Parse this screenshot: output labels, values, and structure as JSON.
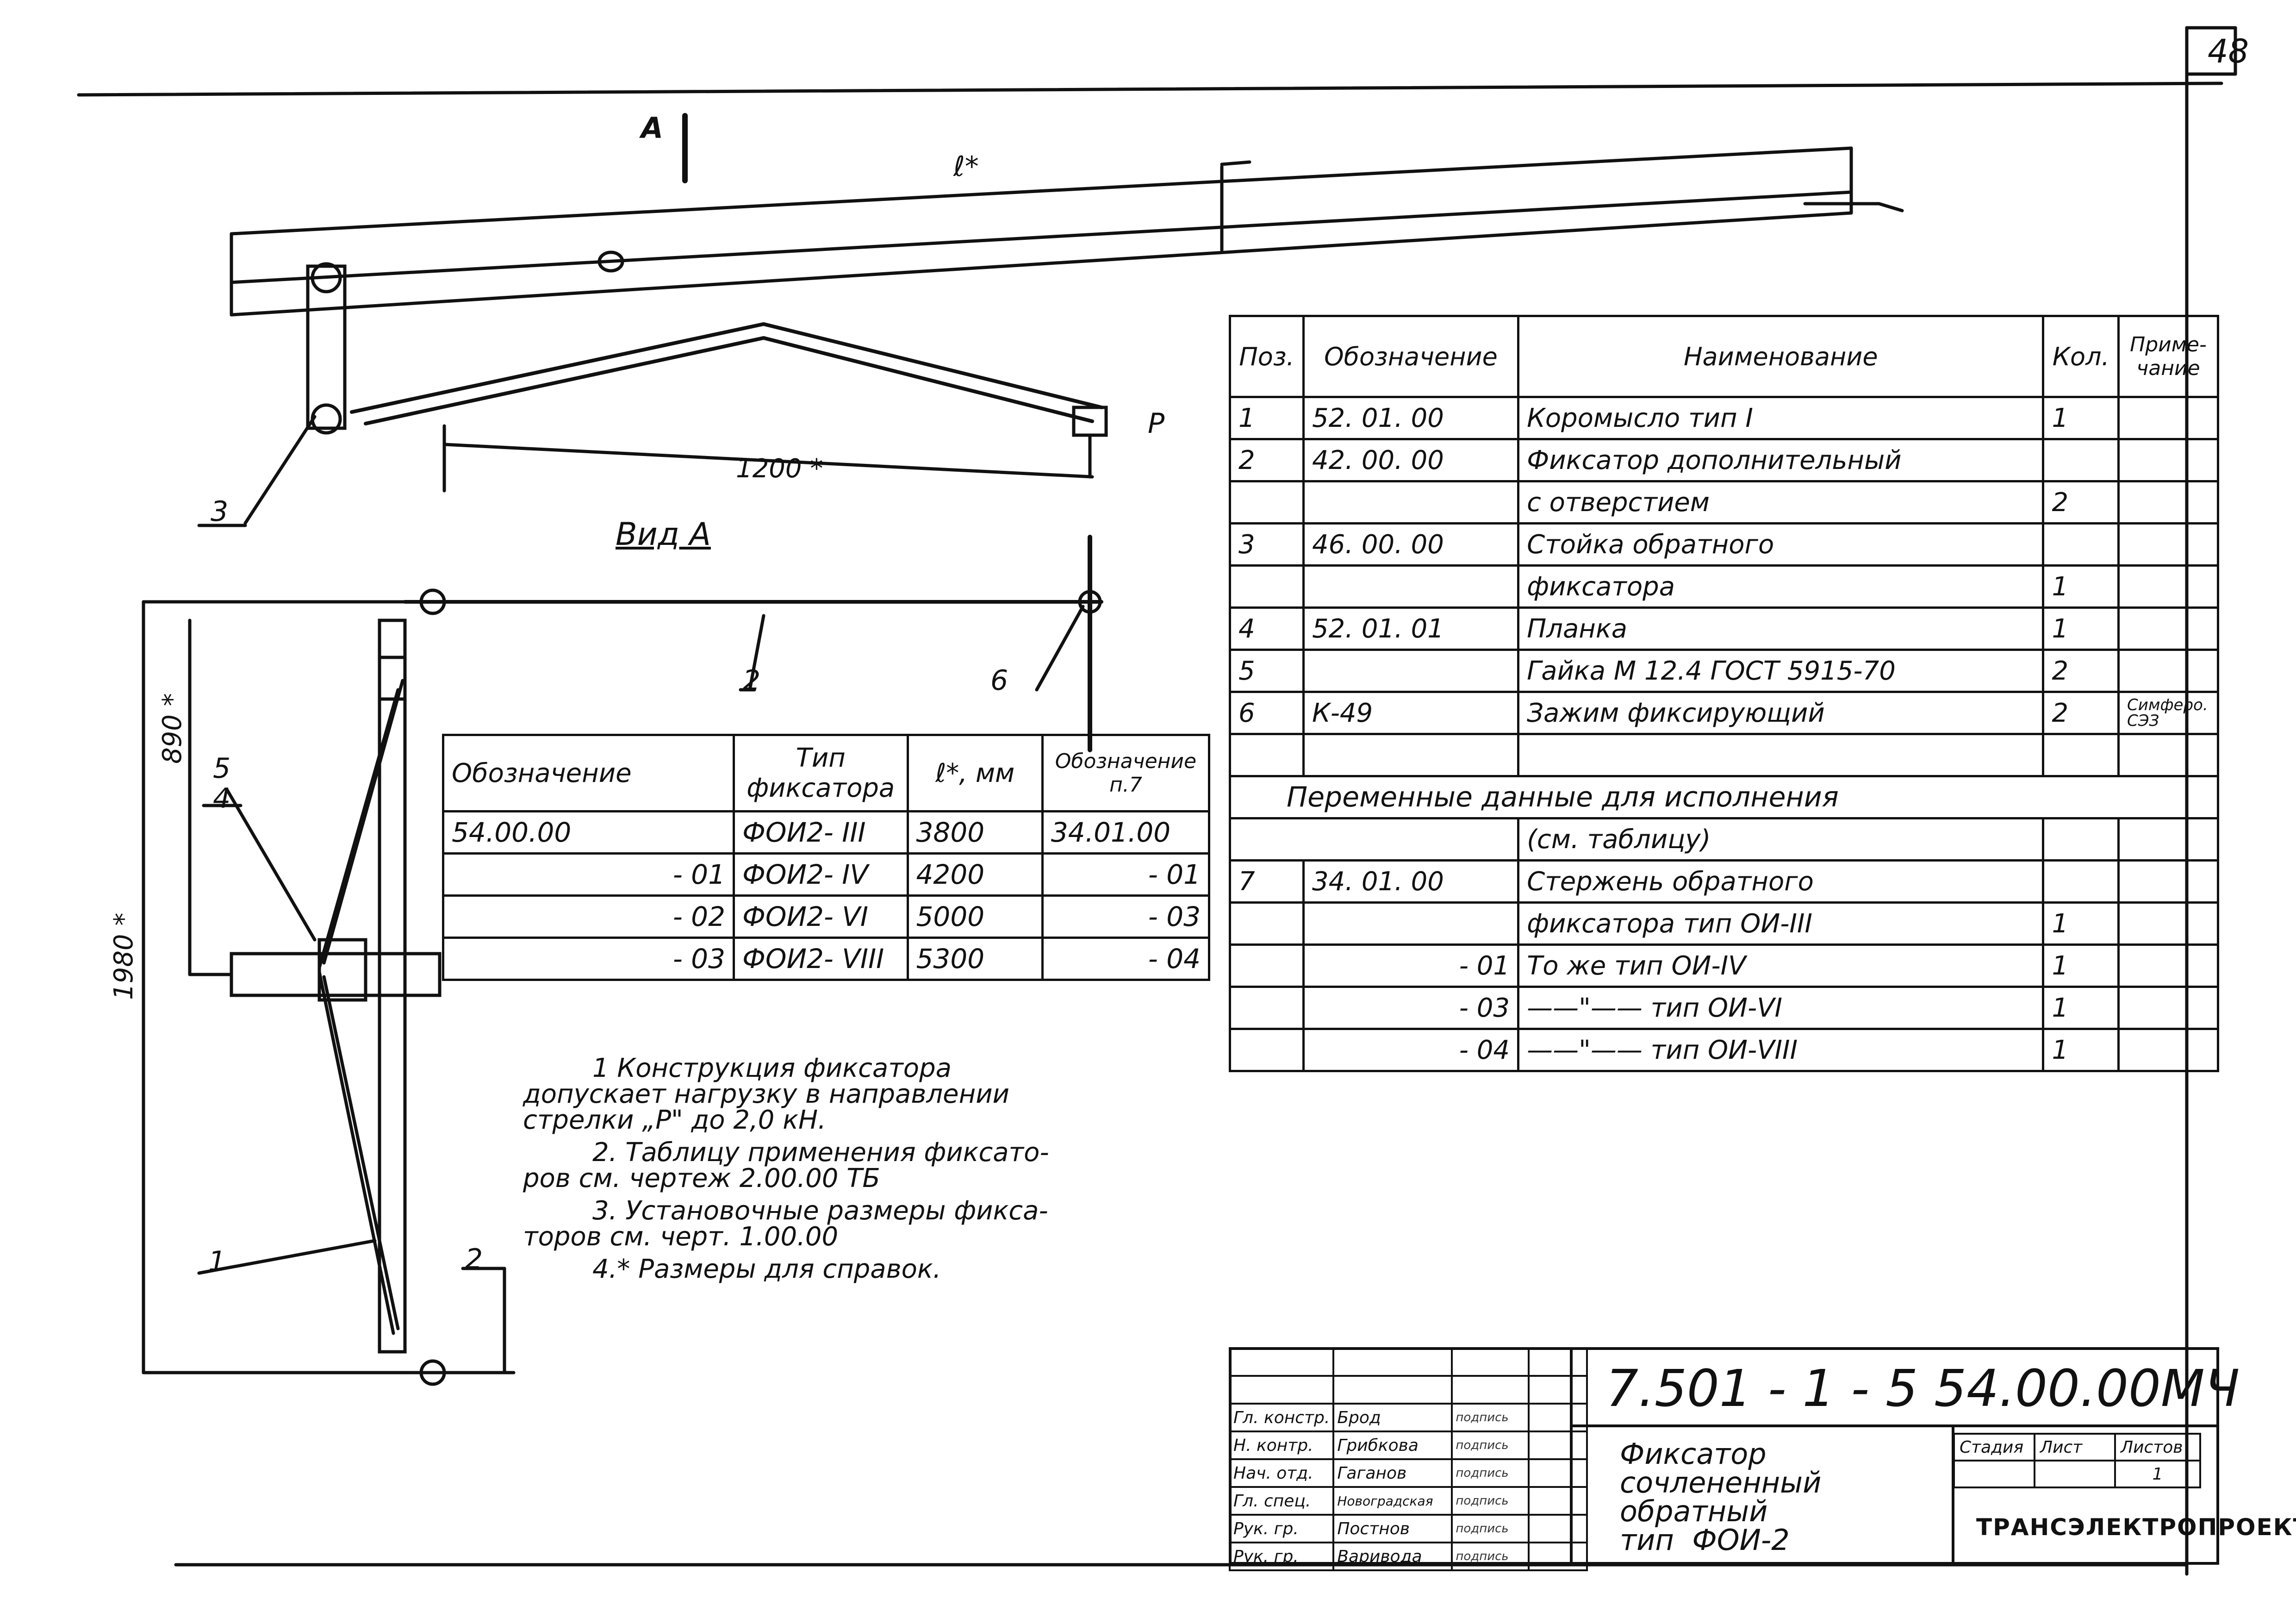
{
  "sheet_number": "48",
  "drawing": {
    "view_label": "Вид А",
    "label_a": "А",
    "label_length": "ℓ*",
    "label_load": "Р",
    "dim_1200": "1200 *",
    "dim_890": "890 *",
    "dim_1980": "1980 *",
    "callouts": [
      "1",
      "2",
      "3",
      "5",
      "4",
      "2",
      "6",
      "2"
    ]
  },
  "spec_table": {
    "headers": [
      "Поз.",
      "Обозначение",
      "Наименование",
      "Кол.",
      "Приме-\nчание"
    ],
    "rows": [
      [
        "1",
        "52. 01. 00",
        "Коромысло   тип I",
        "1",
        ""
      ],
      [
        "2",
        "42. 00. 00",
        "Фиксатор  дополнительный",
        "",
        ""
      ],
      [
        "",
        "",
        "с отверстием",
        "2",
        ""
      ],
      [
        "3",
        "46. 00. 00",
        "Стойка  обратного",
        "",
        ""
      ],
      [
        "",
        "",
        "фиксатора",
        "1",
        ""
      ],
      [
        "4",
        "52. 01. 01",
        "Планка",
        "1",
        ""
      ],
      [
        "5",
        "",
        "Гайка  М 12.4  ГОСТ 5915-70",
        "2",
        ""
      ],
      [
        "6",
        "К-49",
        "Зажим  фиксирующий",
        "2",
        "Симферо. СЭЗ"
      ],
      [
        "",
        "",
        "",
        "",
        ""
      ]
    ],
    "section_title": "Переменные  данные  для  исполнения",
    "section_subtitle": "(см.  таблицу)",
    "variable_rows": [
      [
        "7",
        "34. 01. 00",
        "Стержень  обратного",
        "",
        ""
      ],
      [
        "",
        "",
        "фиксатора  тип  ОИ-III",
        "1",
        ""
      ],
      [
        "",
        "- 01",
        "То  же   тип  ОИ-IV",
        "1",
        ""
      ],
      [
        "",
        "- 03",
        "——\"——  тип  ОИ-VI",
        "1",
        ""
      ],
      [
        "",
        "- 04",
        "——\"——  тип  ОИ-VIII",
        "1",
        ""
      ]
    ]
  },
  "var_table": {
    "headers": [
      "Обозначение",
      "Тип\nфиксатора",
      "ℓ*, мм",
      "Обозначение\nп.7"
    ],
    "rows": [
      [
        "54.00.00",
        "ФОИ2- III",
        "3800",
        "34.01.00"
      ],
      [
        "- 01",
        "ФОИ2- IV",
        "4200",
        "- 01"
      ],
      [
        "- 02",
        "ФОИ2- VI",
        "5000",
        "- 03"
      ],
      [
        "- 03",
        "ФОИ2- VIII",
        "5300",
        "- 04"
      ]
    ]
  },
  "notes": [
    "1  Конструкция  фиксатора",
    "допускает  нагрузку  в  направлении",
    "стрелки „Р\"  до 2,0 кН.",
    "2. Таблицу  применения   фиксато-",
    "ров  см. чертеж   2.00.00 ТБ",
    "3. Установочные  размеры  фикса-",
    "торов  см.  черт. 1.00.00",
    "4.* Размеры  для  справок."
  ],
  "title_block": {
    "code": "7.501 - 1 - 5    54.00.00МЧ",
    "title": "Фиксатор\nсочлененный\nобратный\nтип  ФОИ-2",
    "stage_headers": [
      "Стадия",
      "Лист",
      "Листов"
    ],
    "stage_values": [
      "",
      "",
      "1"
    ],
    "organization": "ТРАНСЭЛЕКТРОПРОЕКТ",
    "signatures": [
      [
        "Гл. констр.",
        "Брод",
        "подпись"
      ],
      [
        "Н. контр.",
        "Грибкова",
        "подпись"
      ],
      [
        "Нач. отд.",
        "Гаганов",
        "подпись"
      ],
      [
        "Гл. спец.",
        "Новоградская",
        "подпись"
      ],
      [
        "Рук. гр.",
        "Постнов",
        "подпись"
      ],
      [
        "Рук. гр.",
        "Варивода",
        "подпись"
      ]
    ]
  }
}
